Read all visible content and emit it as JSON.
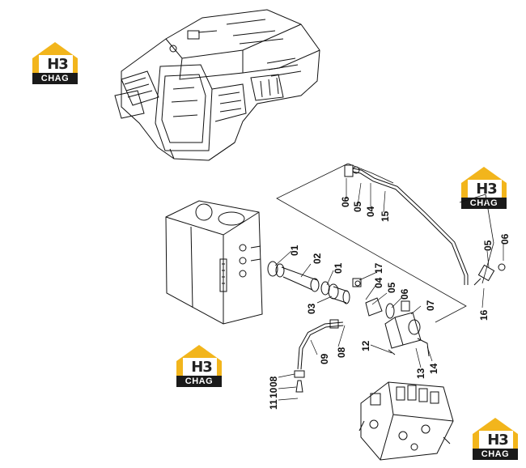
{
  "logo": {
    "letters": "H3",
    "caption": "CHAG",
    "accent_color": "#f2b51c",
    "ink_color": "#1a1a1a"
  },
  "part_labels": [
    "06",
    "05",
    "04",
    "15",
    "05",
    "06",
    "16",
    "01",
    "02",
    "01",
    "17",
    "04",
    "05",
    "06",
    "03",
    "07",
    "08",
    "09",
    "12",
    "13",
    "14",
    "08",
    "10",
    "11"
  ]
}
